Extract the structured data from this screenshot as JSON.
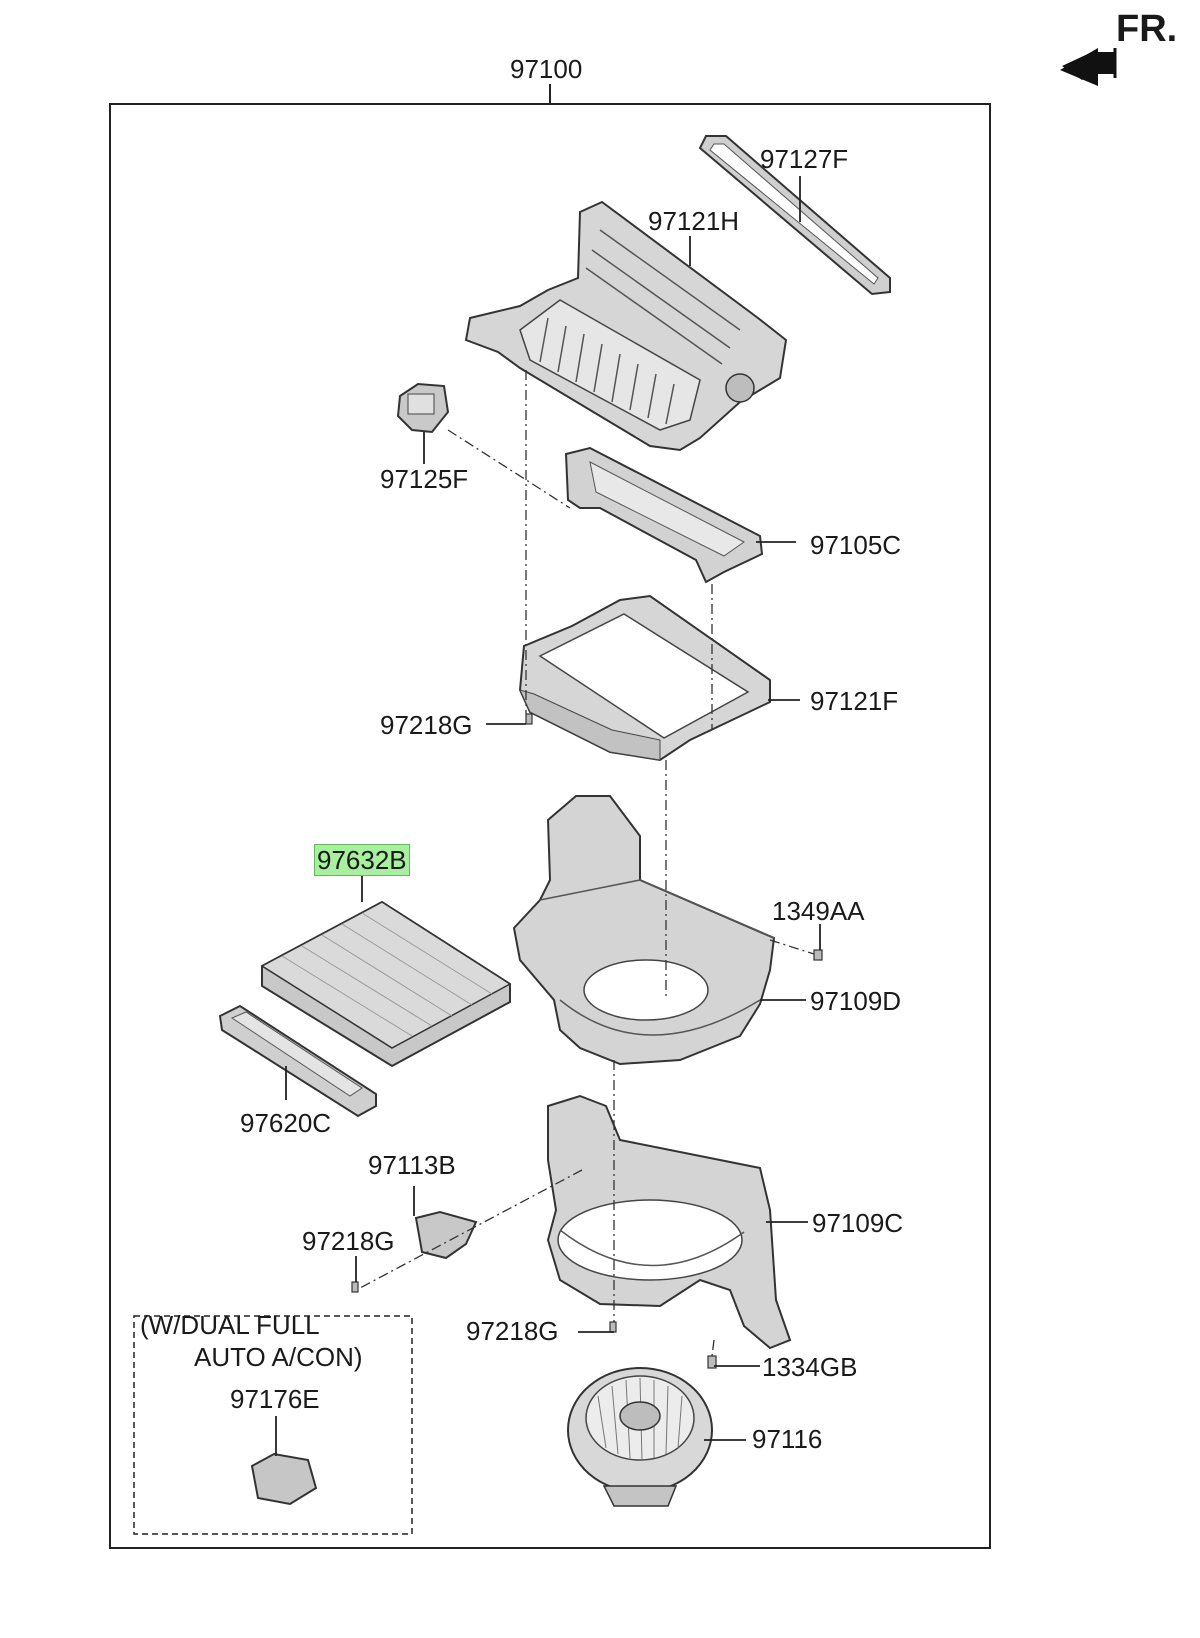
{
  "orientation": {
    "label": "FR."
  },
  "assembly": {
    "number": "97100"
  },
  "parts": {
    "p97127F": "97127F",
    "p97121H": "97121H",
    "p97125F": "97125F",
    "p97105C": "97105C",
    "p97121F": "97121F",
    "p97218G_a": "97218G",
    "p97632B": "97632B",
    "p1349AA": "1349AA",
    "p97109D": "97109D",
    "p97620C": "97620C",
    "p97113B": "97113B",
    "p97218G_b": "97218G",
    "p97109C": "97109C",
    "p97218G_c": "97218G",
    "p1334GB": "1334GB",
    "p97116": "97116",
    "p97176E": "97176E"
  },
  "option_note": {
    "line1": "(W/DUAL FULL",
    "line2": "AUTO A/CON)"
  },
  "highlighted_part": "97632B",
  "colors": {
    "highlight": "#a8f0a0",
    "part_fill": "#d4d4d4",
    "outline": "#333333"
  }
}
